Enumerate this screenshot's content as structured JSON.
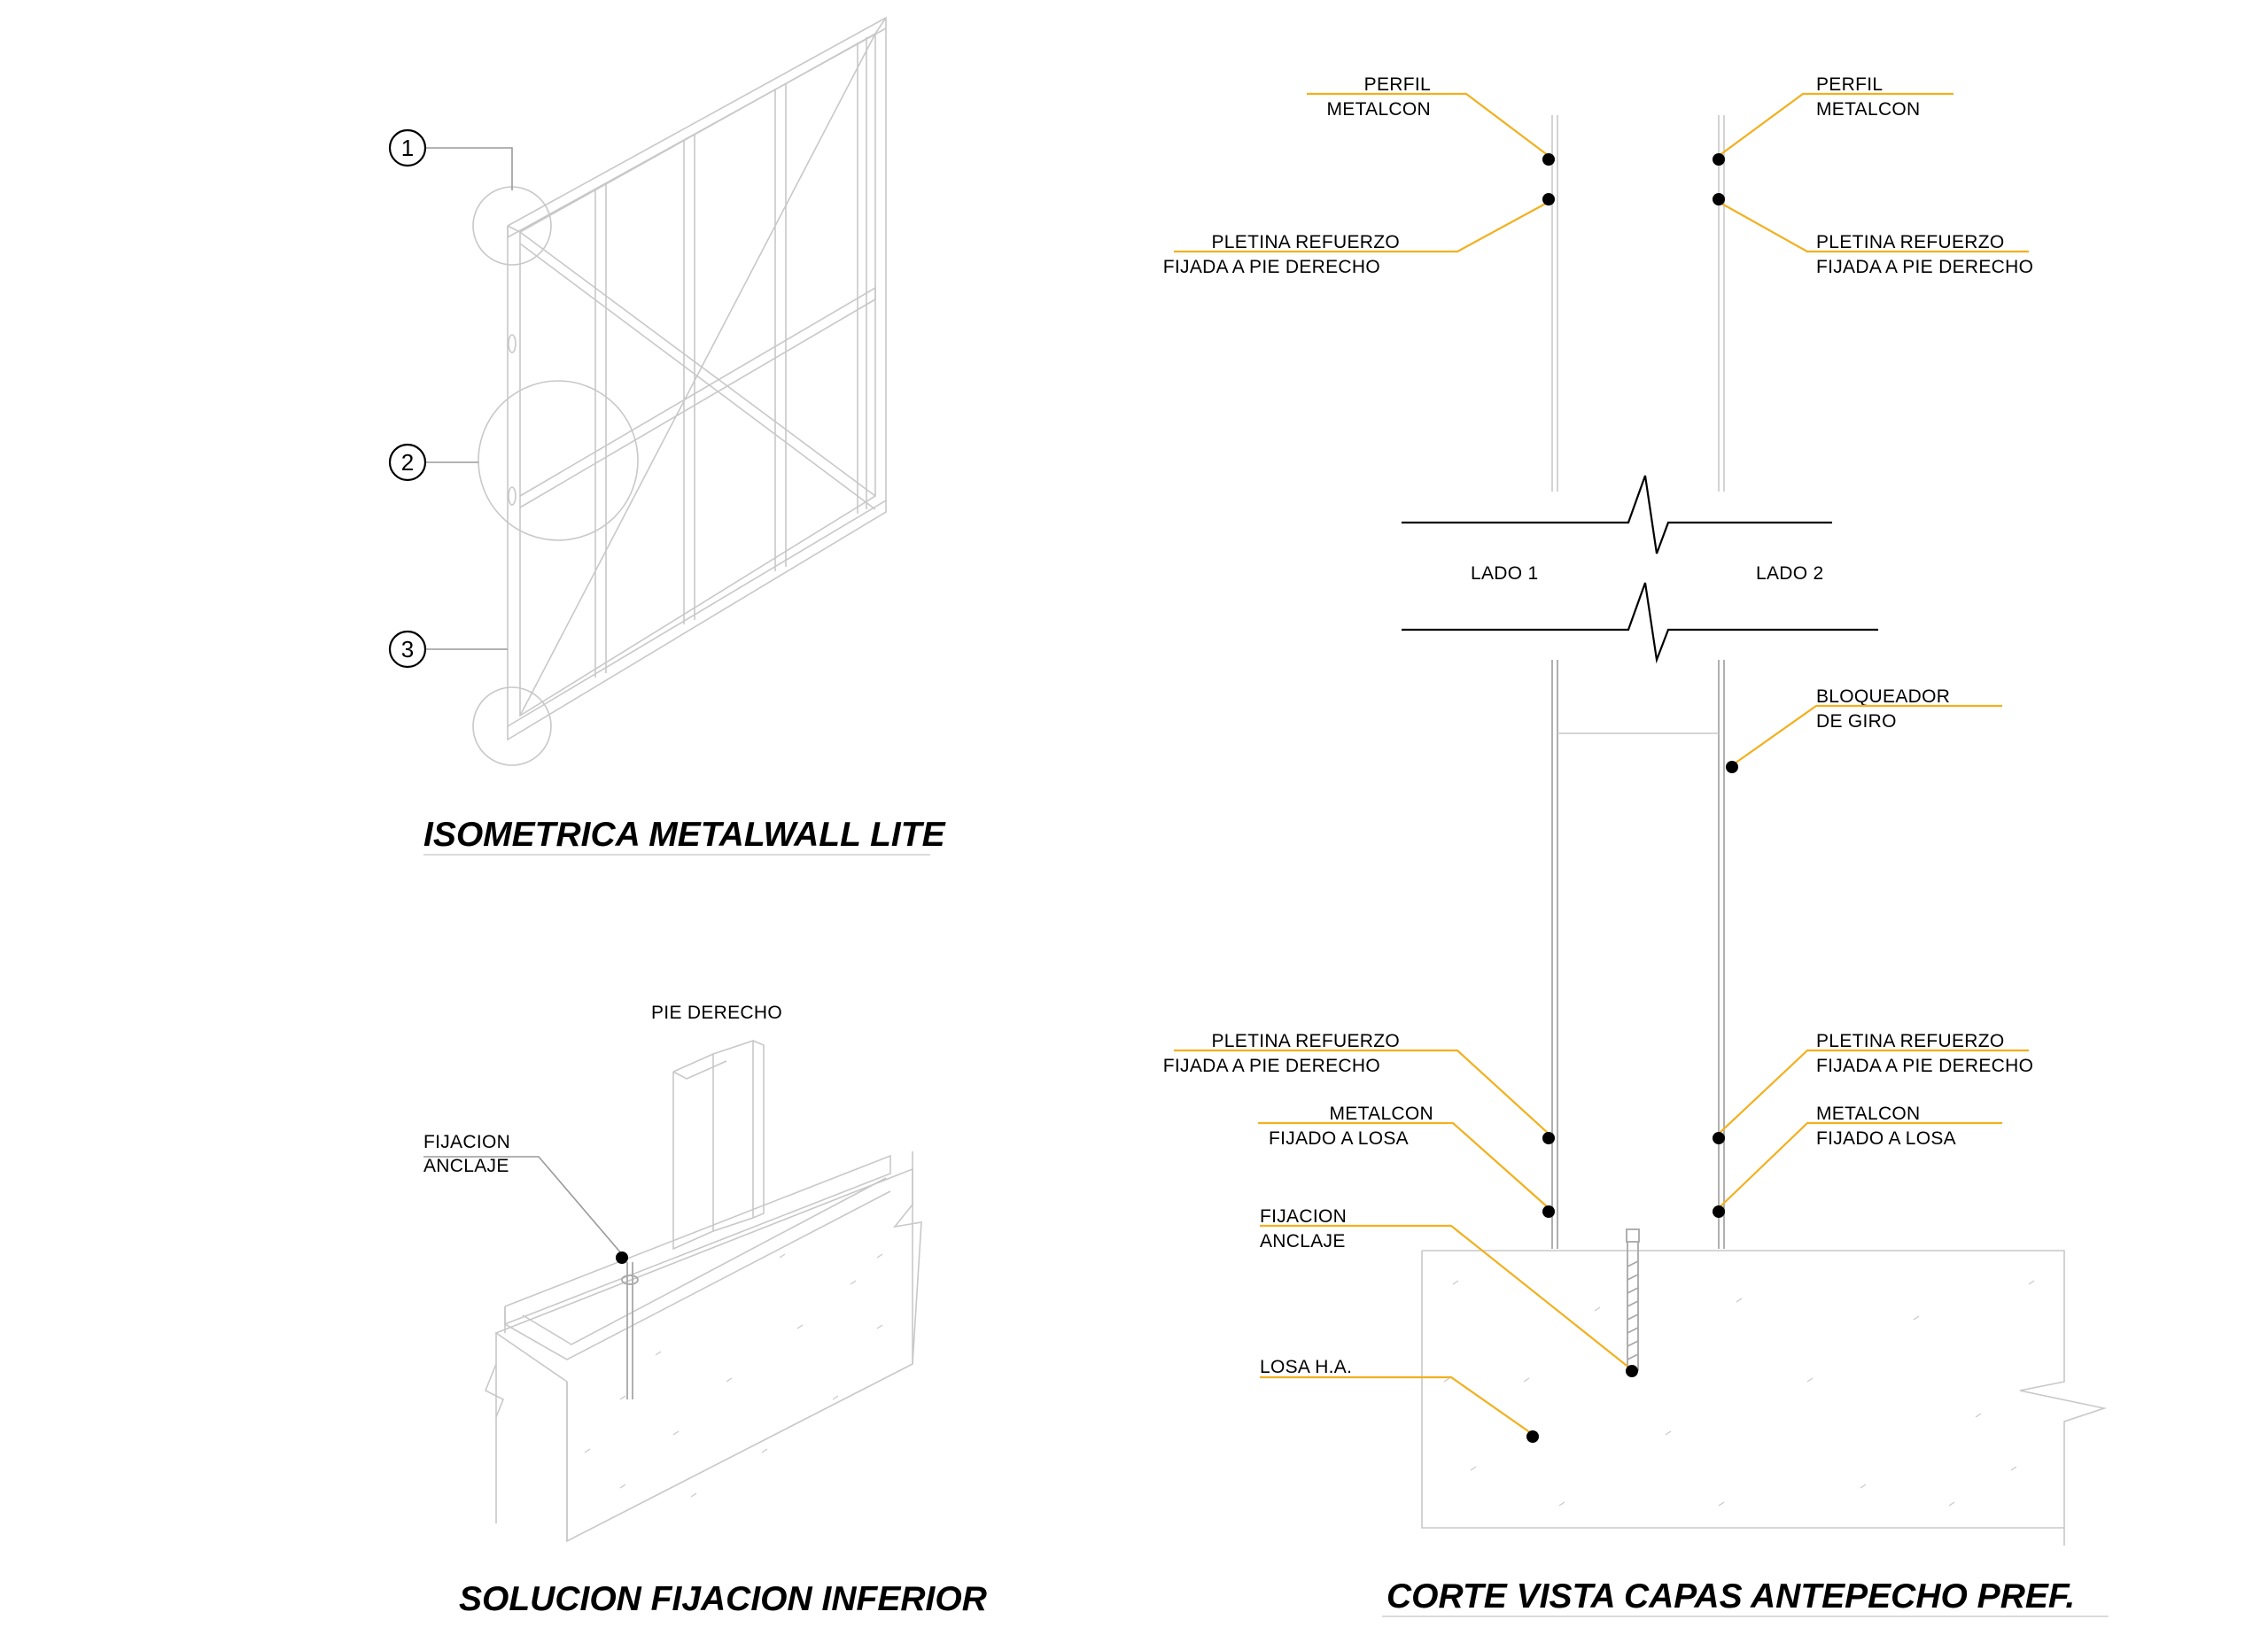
{
  "colors": {
    "leader": "#f2b01e",
    "linework": "#c8c8c8",
    "ink": "#000000"
  },
  "iso": {
    "title": "ISOMETRICA METALWALL LITE",
    "callouts": [
      "1",
      "2",
      "3"
    ]
  },
  "bottom_detail": {
    "title": "SOLUCION FIJACION INFERIOR",
    "label_pie": "PIE DERECHO",
    "label_fijacion": [
      "FIJACION",
      "ANCLAJE"
    ]
  },
  "section": {
    "title": "CORTE VISTA CAPAS ANTEPECHO PREF.",
    "lado1": "LADO 1",
    "lado2": "LADO 2",
    "perfil_left": [
      "PERFIL",
      "METALCON"
    ],
    "perfil_right": [
      "PERFIL",
      "METALCON"
    ],
    "pletina_top_left": [
      "PLETINA REFUERZO",
      "FIJADA A PIE DERECHO"
    ],
    "pletina_top_right": [
      "PLETINA REFUERZO",
      "FIJADA A PIE DERECHO"
    ],
    "bloqueador": [
      "BLOQUEADOR",
      "DE GIRO"
    ],
    "pletina_bot_left": [
      "PLETINA REFUERZO",
      "FIJADA A PIE DERECHO"
    ],
    "pletina_bot_right": [
      "PLETINA REFUERZO",
      "FIJADA A PIE DERECHO"
    ],
    "metalcon_left": [
      "METALCON",
      "FIJADO A LOSA"
    ],
    "metalcon_right": [
      "METALCON",
      "FIJADO A LOSA"
    ],
    "fijacion": [
      "FIJACION",
      "ANCLAJE"
    ],
    "losa": "LOSA H.A."
  }
}
